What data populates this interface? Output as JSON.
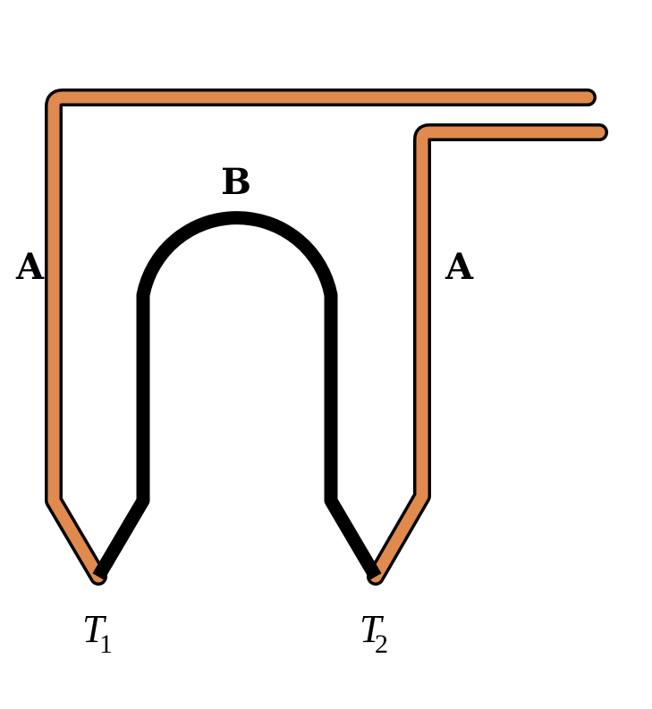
{
  "labels": {
    "wire_a_left": "A",
    "wire_a_right": "A",
    "wire_b": "B",
    "junction_1": {
      "main": "T",
      "sub": "1"
    },
    "junction_2": {
      "main": "T",
      "sub": "2"
    }
  },
  "colors": {
    "wire_a": "#e08a4e",
    "wire_a_outline": "#000000",
    "wire_b": "#000000",
    "background": "#ffffff"
  }
}
